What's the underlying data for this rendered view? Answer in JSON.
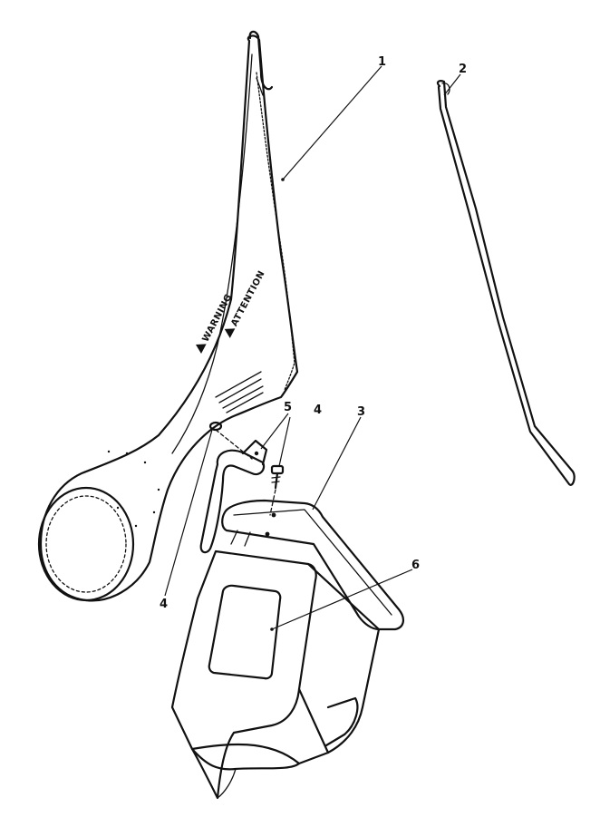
{
  "callouts": {
    "bag": "1",
    "rod": "2",
    "chute": "3",
    "screw": "4",
    "pin": "4",
    "bracket": "5",
    "label": "6"
  },
  "decal_text": {
    "warning": "WARNING",
    "attention": "ATTENTION"
  }
}
